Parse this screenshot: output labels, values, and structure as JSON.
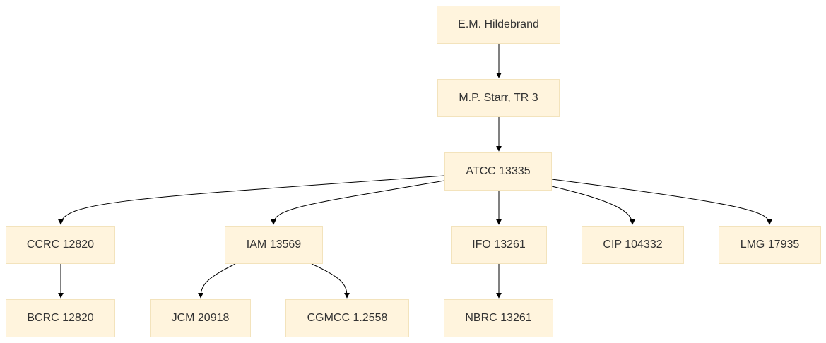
{
  "nodes": {
    "hildebrand": "E.M. Hildebrand",
    "starr": "M.P. Starr, TR 3",
    "atcc": "ATCC 13335",
    "ccrc": "CCRC 12820",
    "iam": "IAM 13569",
    "ifo": "IFO 13261",
    "cip": "CIP 104332",
    "lmg": "LMG 17935",
    "bcrc": "BCRC 12820",
    "jcm": "JCM 20918",
    "cgmcc": "CGMCC 1.2558",
    "nbrc": "NBRC 13261"
  },
  "colors": {
    "node_fill": "#fff4dd",
    "node_border": "#f3e3bc",
    "node_text": "#333333",
    "edge": "#000000"
  }
}
